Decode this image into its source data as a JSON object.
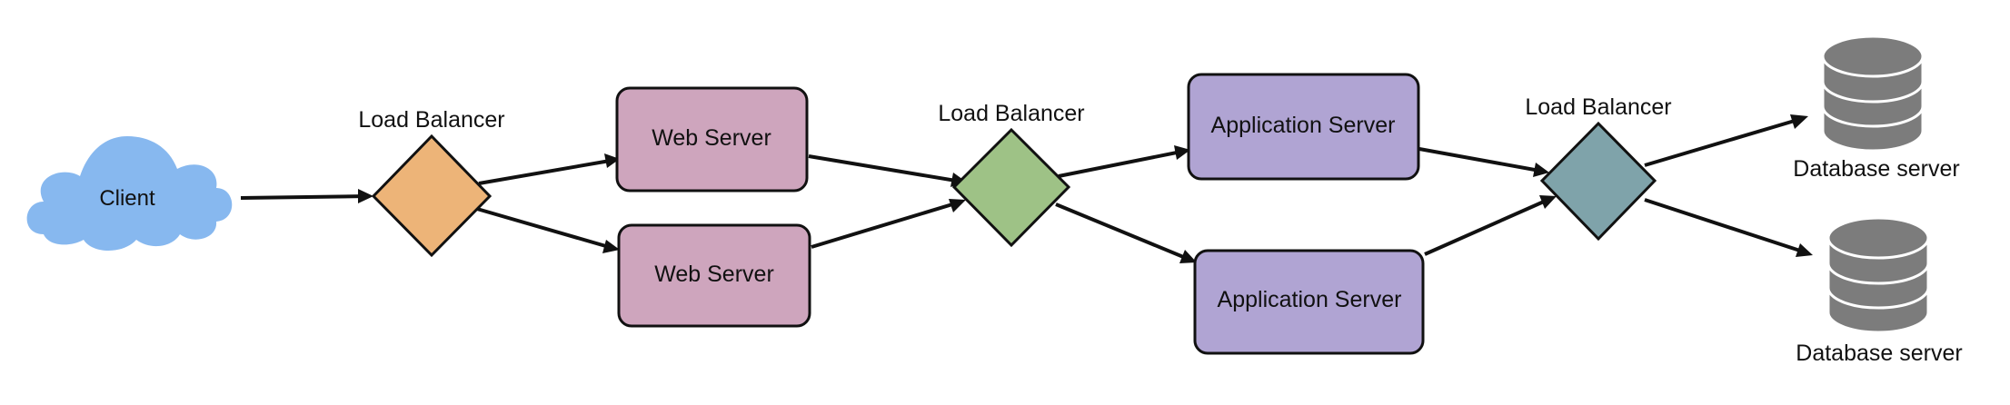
{
  "client": {
    "label": "Client",
    "color": "#87b8ef"
  },
  "load_balancers": [
    {
      "label": "Load Balancer",
      "color": "#edb478"
    },
    {
      "label": "Load Balancer",
      "color": "#9ec286"
    },
    {
      "label": "Load Balancer",
      "color": "#7fa3aa"
    }
  ],
  "web_servers": [
    {
      "label": "Web Server",
      "color": "#cea5bd"
    },
    {
      "label": "Web Server",
      "color": "#cea5bd"
    }
  ],
  "application_servers": [
    {
      "label": "Application Server",
      "color": "#b0a4d3"
    },
    {
      "label": "Application Server",
      "color": "#b0a4d3"
    }
  ],
  "database_servers": [
    {
      "label": "Database server",
      "icon": "database-icon",
      "color": "#7c7c7c"
    },
    {
      "label": "Database server",
      "icon": "database-icon",
      "color": "#7c7c7c"
    }
  ]
}
